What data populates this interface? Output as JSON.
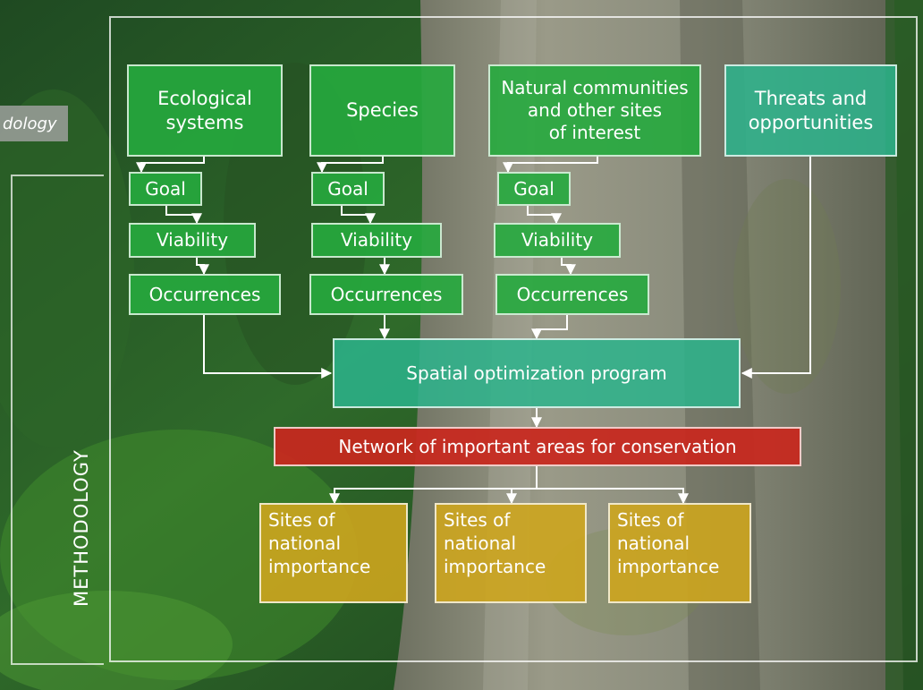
{
  "tab_label": "dology",
  "side_label": "METHODOLOGY",
  "sources": [
    {
      "label": "Ecological\nsystems"
    },
    {
      "label": "Species"
    },
    {
      "label": "Natural communities\nand other sites\nof interest"
    },
    {
      "label": "Threats and\nopportunities"
    }
  ],
  "steps": {
    "goal": "Goal",
    "viability": "Viability",
    "occurrences": "Occurrences"
  },
  "program": "Spatial optimization program",
  "network": "Network of important areas for conservation",
  "outputs": [
    "Sites of\nnational\nimportance",
    "Sites of\nnational\nimportance",
    "Sites of\nnational\nimportance"
  ],
  "colors": {
    "green": "#26aa3e",
    "teal": "#2cb48c",
    "red": "#c8281e",
    "gold": "#cda51e"
  }
}
